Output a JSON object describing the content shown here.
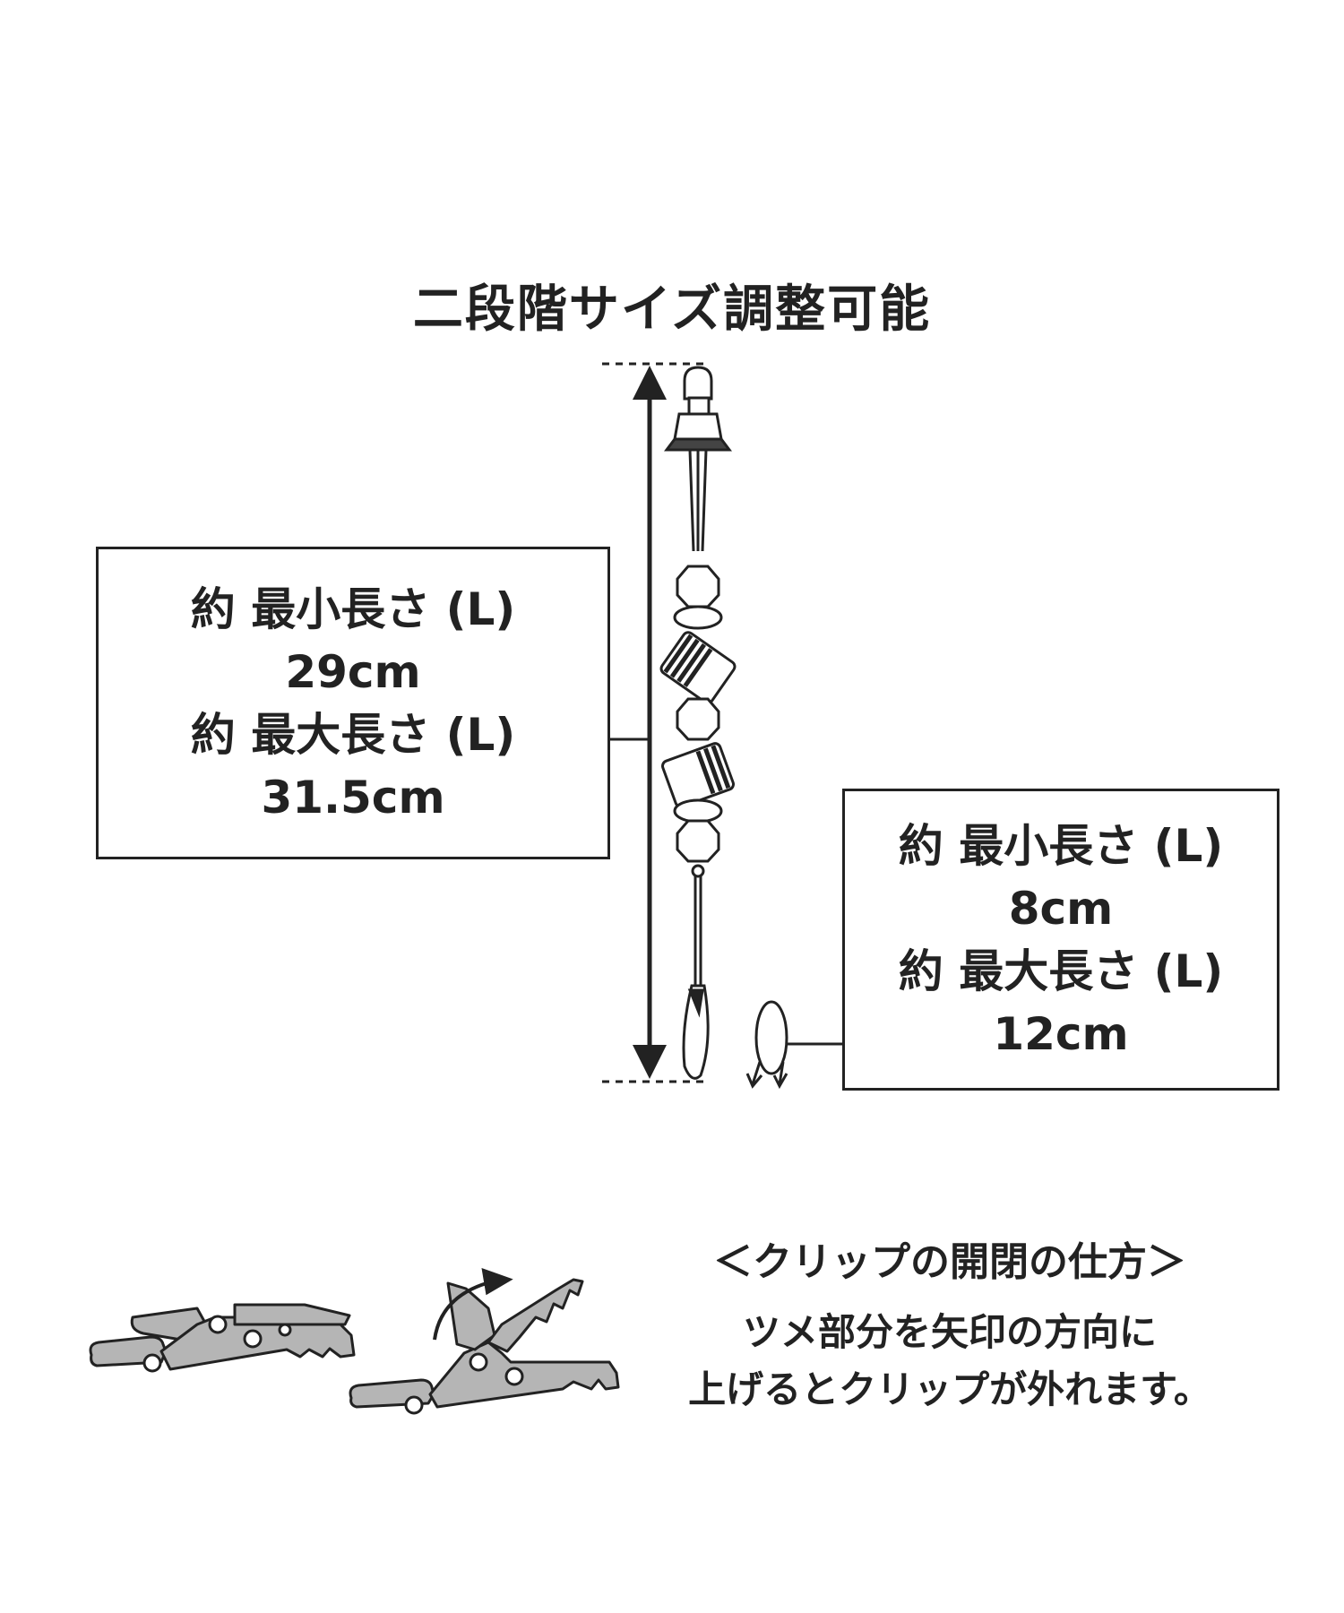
{
  "title": "二段階サイズ調整可能",
  "overall_length": {
    "min_label": "約 最小長さ (L)",
    "min_value": "29cm",
    "max_label": "約 最大長さ (L)",
    "max_value": "31.5cm"
  },
  "loop_length": {
    "min_label": "約 最小長さ (L)",
    "min_value": "8cm",
    "max_label": "約 最大長さ (L)",
    "max_value": "12cm"
  },
  "clip_instructions": {
    "heading": "＜クリップの開閉の仕方＞",
    "line1": "ツメ部分を矢印の方向に",
    "line2": "上げるとクリップが外れます。"
  },
  "colors": {
    "ink": "#222222",
    "clip_fill": "#b5b5b5"
  },
  "icons": [
    "double-arrow-icon",
    "pacifier-strap-icon",
    "rotate-loop-icon",
    "clip-closed-icon",
    "clip-open-icon",
    "lift-arrow-icon"
  ]
}
